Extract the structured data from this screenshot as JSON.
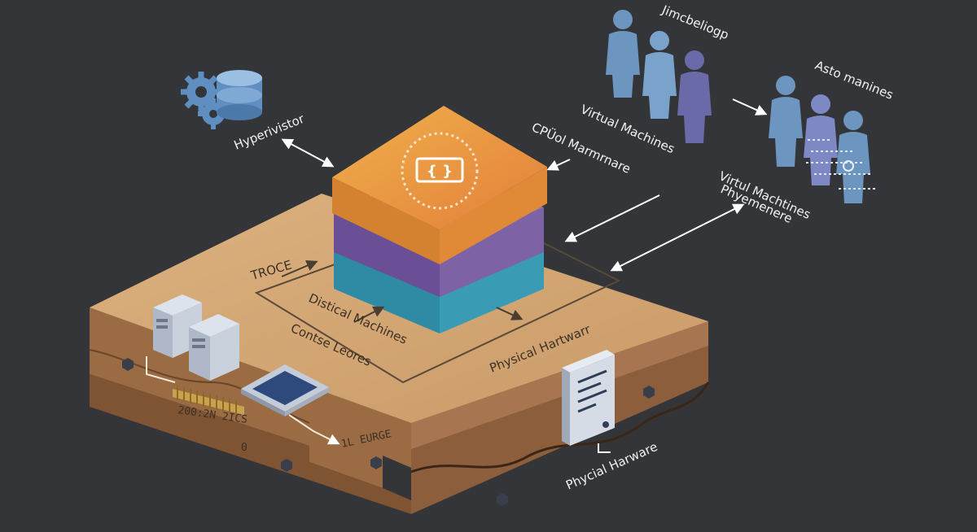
{
  "labels": {
    "hypervisor": "Hyperivistor",
    "cpu_manager": "CPÜol Marmrnare",
    "virtual_machines_top": "Virtual Machines",
    "group_top": "Jimcbeliogp",
    "asto_manines": "Asto manines",
    "virtual_machines_right": "Virtul Machtines",
    "phyemenere": "Phyemenere",
    "troce": "TROCE",
    "distical_machines": "Distical Machines",
    "contse_leores": "Contse Leores",
    "physical_hardware_inner": "Physical Hartwarr",
    "physical_hardware_bottom": "Phycial Harware",
    "chip_label": "200:2N 2ICS",
    "zero": "0",
    "small_tag": "1L EURGE"
  },
  "colors": {
    "background": "#333539",
    "platform_top": "#d3a876",
    "platform_side": "#9b6b44",
    "layer_orange": "#e6953f",
    "layer_purple": "#7e62a6",
    "layer_teal": "#3d9bb3",
    "person_blue": "#6c95c0",
    "person_purple": "#6a6aa8"
  }
}
